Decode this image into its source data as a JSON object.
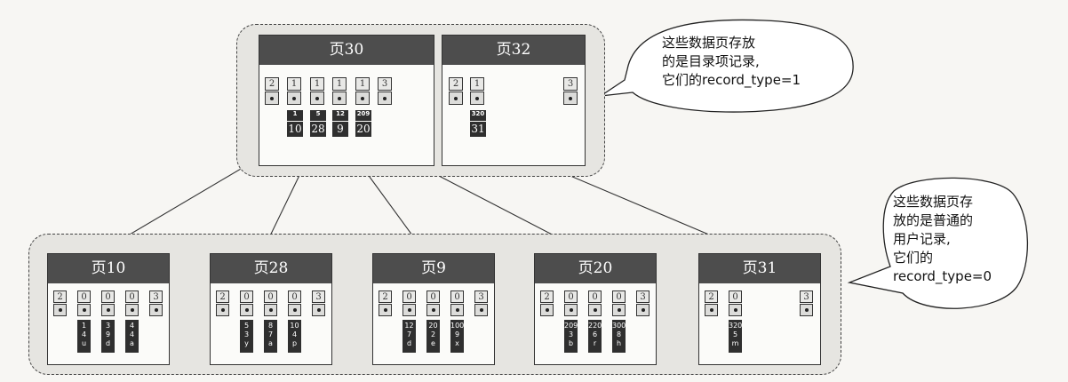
{
  "colors": {
    "header": "#4d4d4d",
    "dark_cell": "#2f2f2f",
    "group_bg": "#e6e5e1"
  },
  "directory_pages": [
    {
      "title": "页30",
      "slots": [
        "2",
        "1",
        "1",
        "1",
        "1",
        "3"
      ],
      "records": [
        {
          "key": "1",
          "page": "10"
        },
        {
          "key": "5",
          "page": "28"
        },
        {
          "key": "12",
          "page": "9"
        },
        {
          "key": "209",
          "page": "20"
        }
      ]
    },
    {
      "title": "页32",
      "slots": [
        "2",
        "1",
        "3"
      ],
      "records": [
        {
          "key": "320",
          "page": "31"
        }
      ]
    }
  ],
  "leaf_pages": [
    {
      "title": "页10",
      "slots": [
        "2",
        "0",
        "0",
        "0",
        "3"
      ],
      "records": [
        [
          "1",
          "4",
          "u"
        ],
        [
          "3",
          "9",
          "d"
        ],
        [
          "4",
          "4",
          "a"
        ]
      ]
    },
    {
      "title": "页28",
      "slots": [
        "2",
        "0",
        "0",
        "0",
        "3"
      ],
      "records": [
        [
          "5",
          "3",
          "y"
        ],
        [
          "8",
          "7",
          "a"
        ],
        [
          "10",
          "4",
          "p"
        ]
      ]
    },
    {
      "title": "页9",
      "slots": [
        "2",
        "0",
        "0",
        "0",
        "3"
      ],
      "records": [
        [
          "12",
          "7",
          "d"
        ],
        [
          "20",
          "2",
          "e"
        ],
        [
          "100",
          "9",
          "x"
        ]
      ]
    },
    {
      "title": "页20",
      "slots": [
        "2",
        "0",
        "0",
        "0",
        "3"
      ],
      "records": [
        [
          "209",
          "3",
          "b"
        ],
        [
          "220",
          "6",
          "r"
        ],
        [
          "300",
          "8",
          "h"
        ]
      ]
    },
    {
      "title": "页31",
      "slots": [
        "2",
        "0",
        "3"
      ],
      "records": [
        [
          "320",
          "5",
          "m"
        ]
      ]
    }
  ],
  "callouts": {
    "directory": [
      "这些数据页存放",
      "的是目录项记录,",
      "它们的record_type=1"
    ],
    "leaf": [
      "这些数据页存",
      "放的是普通的",
      "用户记录,",
      "它们的",
      "record_type=0"
    ]
  }
}
